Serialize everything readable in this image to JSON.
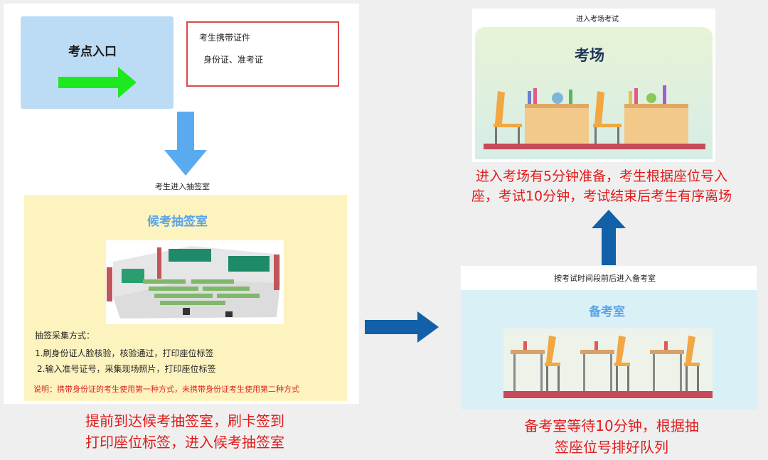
{
  "entry": {
    "title": "考点入口",
    "cert_title": "考生携带证件",
    "cert_items": "身份证、准考证"
  },
  "step1_caption": "考生进入抽签室",
  "lottery": {
    "title": "候考抽签室",
    "methods_heading": "抽签采集方式：",
    "method1": "1.刷身份证人脸核验，核验通过，打印座位标签",
    "method2": "2.输入准号证号，采集现场照片，打印座位标签",
    "note": "说明：携带身份证的考生使用第一种方式，未携带身份证考生使用第二种方式",
    "desc_line1": "提前到达候考抽签室，刷卡签到",
    "desc_line2": "打印座位标签，进入候考抽签室"
  },
  "prep": {
    "header": "按考试时间段前后进入备考室",
    "title": "备考室",
    "desc_line1": "备考室等待10分钟，根据抽",
    "desc_line2": "签座位号排好队列"
  },
  "exam": {
    "header": "进入考场考试",
    "title": "考场",
    "desc_line1": "进入考场有5分钟准备，考生根据座位号入",
    "desc_line2": "座，考试10分钟，考试结束后考生有序离场"
  },
  "colors": {
    "entry_bg": "#bcdcf6",
    "green_arrow": "#1ee81e",
    "light_blue_arrow": "#5aaaf0",
    "dark_blue_arrow": "#1160a8",
    "red_text": "#e11b1b",
    "panel_title_blue": "#5aa3e6"
  }
}
